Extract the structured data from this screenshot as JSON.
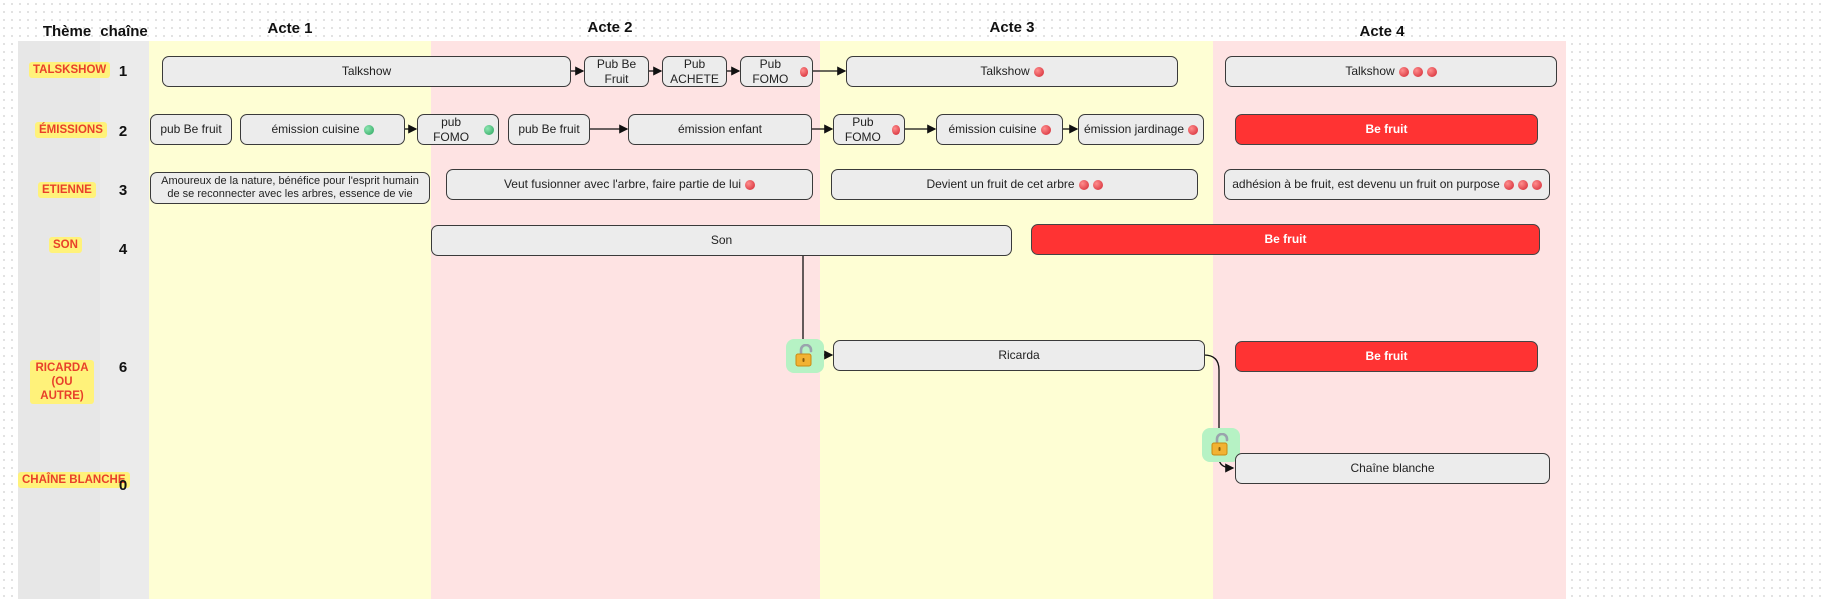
{
  "headers": {
    "theme": "Thème",
    "chaine": "chaîne",
    "acts": [
      "Acte 1",
      "Acte 2",
      "Acte 3",
      "Acte 4"
    ]
  },
  "rows": [
    {
      "theme": "TALSKSHOW",
      "num": "1"
    },
    {
      "theme": "ÉMISSIONS",
      "num": "2"
    },
    {
      "theme": "ETIENNE",
      "num": "3"
    },
    {
      "theme": "SON",
      "num": "4"
    },
    {
      "theme": "RICARDA (OU AUTRE)",
      "num": "6"
    },
    {
      "theme": "CHAÎNE BLANCHE",
      "num": "0"
    }
  ],
  "boxes": {
    "talkshow_a1": "Talkshow",
    "pub_be_fruit": "Pub Be Fruit",
    "pub_achete": "Pub ACHETE",
    "pub_fomo_r1": "Pub FOMO",
    "talkshow_a3": "Talkshow",
    "talkshow_a4": "Talkshow",
    "pub_be_fruit_2": "pub Be fruit",
    "emission_cuisine_1": "émission cuisine",
    "pub_fomo_2": "pub FOMO",
    "pub_be_fruit_3": "pub Be fruit",
    "emission_enfant": "émission enfant",
    "pub_fomo_3": "Pub FOMO",
    "emission_cuisine_2": "émission cuisine",
    "emission_jardinage": "émission jardinage",
    "be_fruit_emissions": "Be fruit",
    "etienne_a1": "Amoureux de la nature, bénéfice pour l'esprit humain de se reconnecter avec les arbres, essence de vie",
    "etienne_a2": "Veut fusionner avec l'arbre, faire partie de lui",
    "etienne_a3": "Devient un fruit de cet arbre",
    "etienne_a4": "adhésion à be fruit, est devenu un fruit on purpose",
    "son": "Son",
    "be_fruit_son": "Be fruit",
    "ricarda": "Ricarda",
    "be_fruit_ricarda": "Be fruit",
    "chaine_blanche": "Chaîne blanche"
  },
  "colors": {
    "act1": "#fefed4",
    "act2": "#fee3e3",
    "theme_col": "#e7e7e7",
    "chaine_col": "#ebebeb",
    "accent_red": "#ff3333",
    "theme_highlight": "#fff27a",
    "theme_text": "#e8402a",
    "lock_bg": "#b6f2c4"
  }
}
